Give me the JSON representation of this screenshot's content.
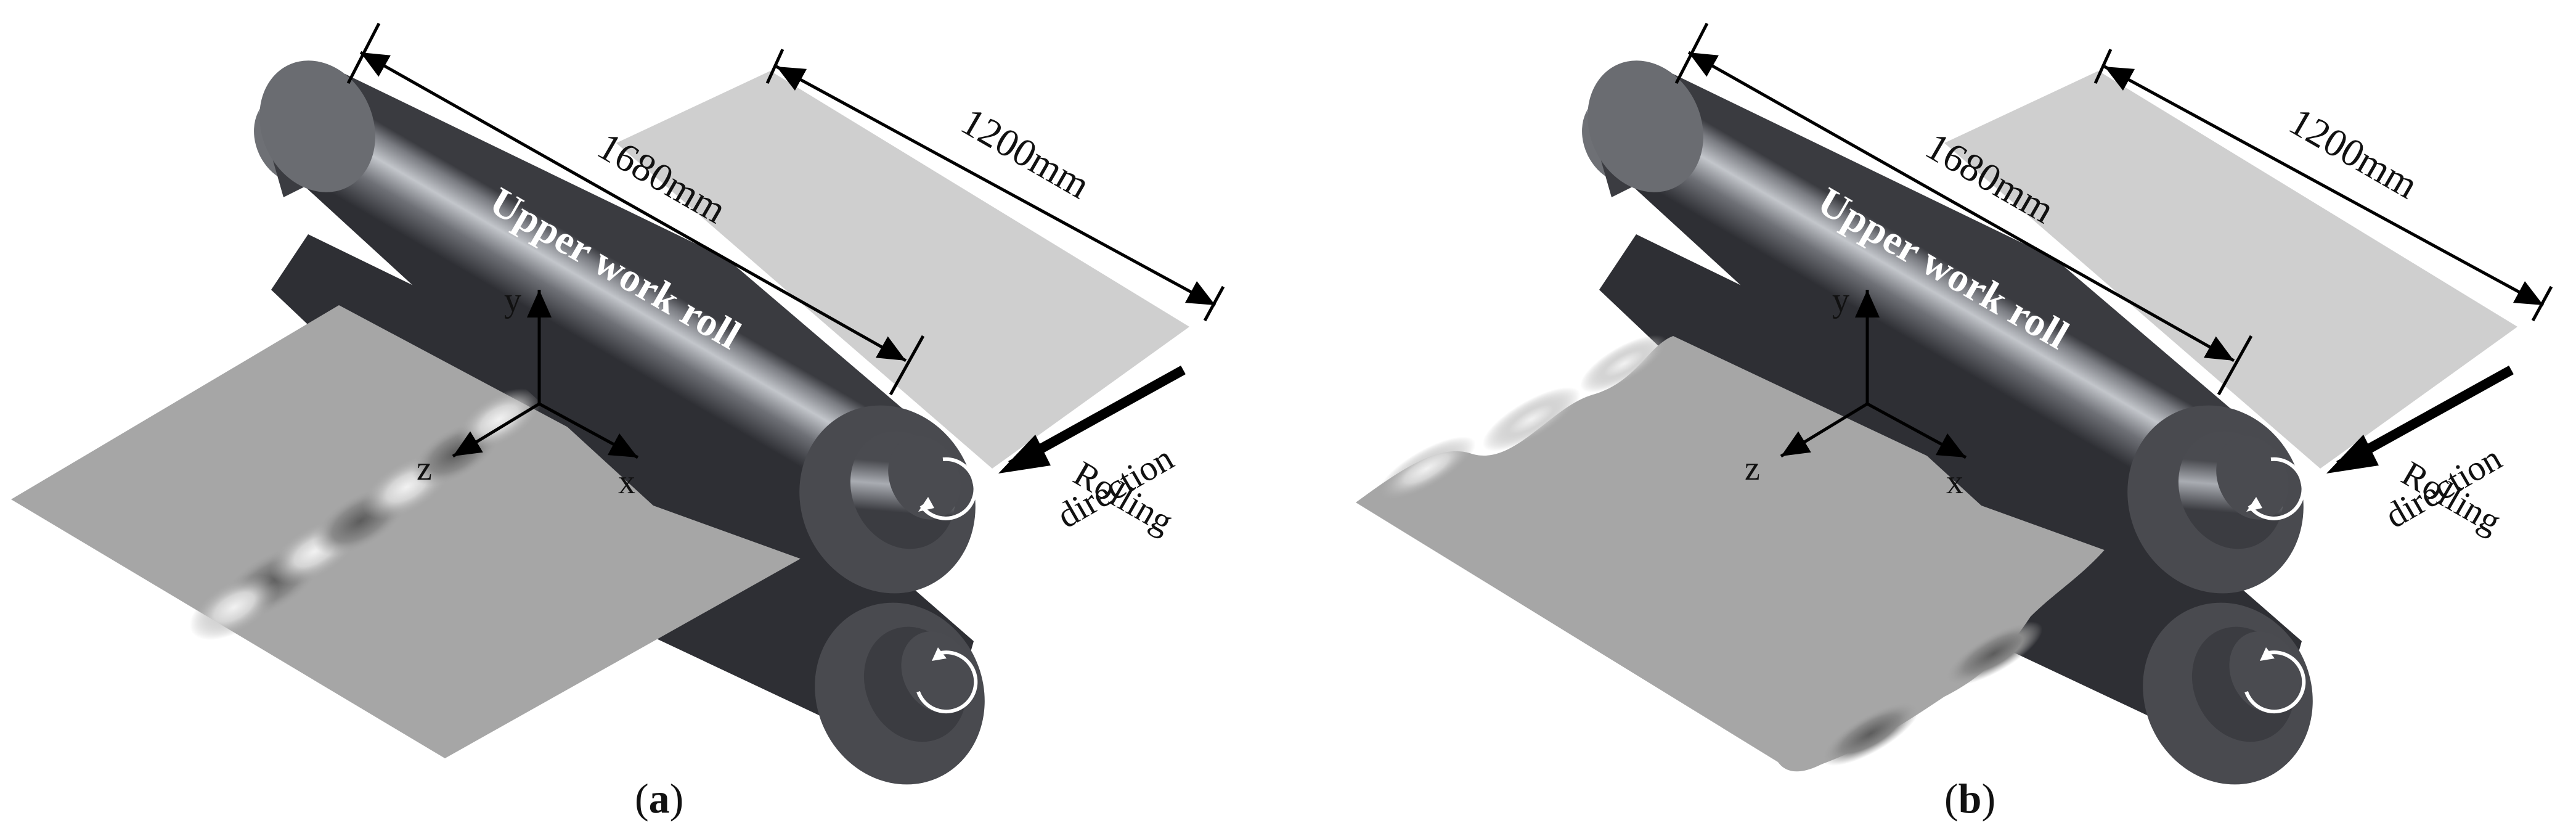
{
  "panels": [
    {
      "id": "a",
      "caption_open": "(",
      "caption_letter": "a",
      "caption_close": ")",
      "width_label_roll": "1680mm",
      "width_label_strip": "1200mm",
      "roll_label": "Upper work roll",
      "axis_x": "x",
      "axis_y": "y",
      "axis_z": "z",
      "direction_line1": "Rolling",
      "direction_line2": "direction",
      "strip_shape": "flat strip with buckle bulges near centre"
    },
    {
      "id": "b",
      "caption_open": "(",
      "caption_letter": "b",
      "caption_close": ")",
      "width_label_roll": "1680mm",
      "width_label_strip": "1200mm",
      "roll_label": "Upper work roll",
      "axis_x": "x",
      "axis_y": "y",
      "axis_z": "z",
      "direction_line1": "Rolling",
      "direction_line2": "direction",
      "strip_shape": "strip with wavy edges"
    }
  ],
  "colors": {
    "strip_entry": "#cfcfcf",
    "strip_exit": "#a6a6a6",
    "roll_light": "#b9bcc2",
    "roll_dark": "#3c3d42",
    "roll_end": "#4a4b50",
    "neck": "#8d8f95",
    "line": "#000000"
  }
}
